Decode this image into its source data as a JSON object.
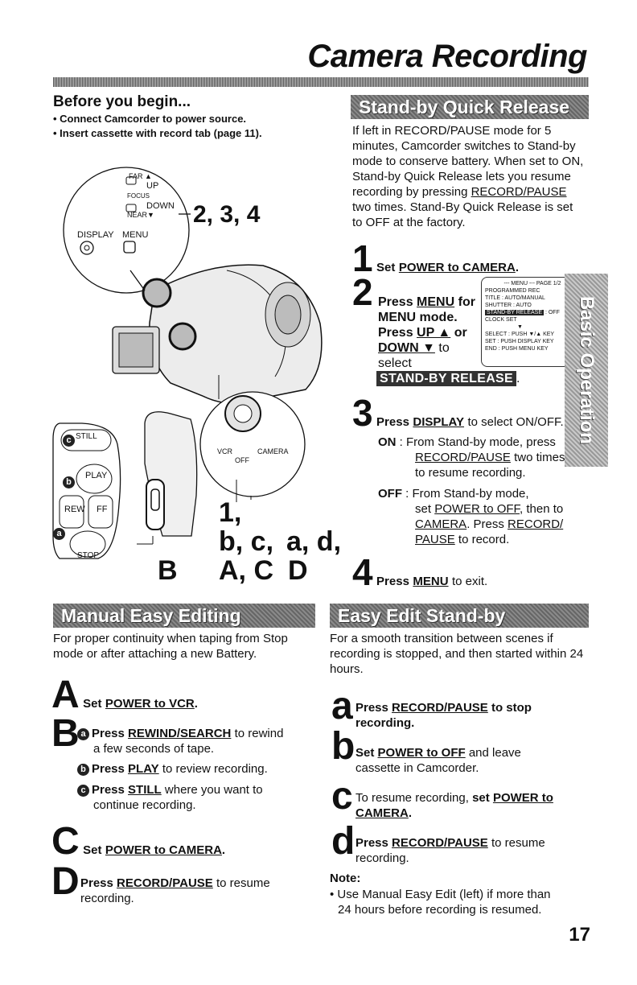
{
  "page_title": "Camera Recording",
  "before": {
    "heading": "Before you begin...",
    "bullets": [
      "• Connect Camcorder to power source.",
      "• Insert cassette with record tab (page 11)."
    ]
  },
  "figure": {
    "far": "FAR ▲",
    "up": "UP",
    "focus": "FOCUS",
    "down": "DOWN",
    "near": "NEAR▼",
    "display": "DISPLAY",
    "menu": "MENU",
    "steps_label": "2, 3, 4",
    "still": "STILL",
    "play": "PLAY",
    "rew": "REW",
    "ff": "FF",
    "stop": "STOP",
    "vcr": "VCR",
    "off": "OFF",
    "camera": "CAMERA",
    "label_1": "1,",
    "label_bc": "b, c,",
    "label_ad": "a, d,",
    "label_B": "B",
    "label_AC": "A, C",
    "label_D": "D"
  },
  "standby": {
    "banner": "Stand-by Quick Release",
    "intro": "If left in RECORD/PAUSE mode for 5 minutes, Camcorder switches to Stand-by mode to conserve battery. When set to ON, Stand-by Quick Release lets you resume recording by pressing",
    "intro_u": "RECORD/PAUSE",
    "intro_end": "two times. Stand-By Quick Release is set to OFF at the factory.",
    "s1_num": "1",
    "s1_pre": "Set",
    "s1_u": "POWER to CAMERA",
    "s1_end": ".",
    "s2_num": "2",
    "s2_a": "Press",
    "s2_menu": "MENU",
    "s2_for": "for",
    "s2_mode": "MENU mode.",
    "s2_press": "Press",
    "s2_up": "UP ▲",
    "s2_or": "or",
    "s2_down": "DOWN ▼",
    "s2_to": "to",
    "s2_select": "select",
    "s2_release": "STAND-BY RELEASE",
    "s2_dot": ".",
    "menu": {
      "header": "--- MENU ---   PAGE 1/2",
      "r1": "PROGRAMMED REC",
      "r2": "TITLE           : AUTO/MANUAL",
      "r3": "SHUTTER        : AUTO",
      "r4": "STAND-BY RELEASE",
      "r4b": ": OFF",
      "r5": "CLOCK SET",
      "r6": "▼",
      "r7": "SELECT : PUSH ▼/▲ KEY",
      "r8": "SET     : PUSH DISPLAY KEY",
      "r9": "END     : PUSH MENU KEY"
    },
    "s3_num": "3",
    "s3_pre": "Press",
    "s3_u": "DISPLAY",
    "s3_end": "to select ON/OFF.",
    "on_label": "ON",
    "on_text1": ": From Stand-by mode, press",
    "on_u": "RECORD/PAUSE",
    "on_text2": "two times",
    "on_text3": "to resume recording.",
    "off_label": "OFF",
    "off_text1": ": From Stand-by mode,",
    "off_text2a": "set",
    "off_u1": "POWER to OFF",
    "off_text2b": ", then to",
    "off_u2": "CAMERA",
    "off_text3": ". Press",
    "off_u3": "RECORD/",
    "off_u4": "PAUSE",
    "off_text4": "to record.",
    "s4_num": "4",
    "s4_pre": "Press",
    "s4_u": "MENU",
    "s4_end": "to exit."
  },
  "tab_text": "Basic Operation",
  "manual": {
    "banner": "Manual Easy Editing",
    "intro": "For proper continuity when taping from Stop mode or after attaching a new Battery.",
    "A": "A",
    "A_pre": "Set",
    "A_u": "POWER to VCR",
    "A_end": ".",
    "B": "B",
    "a_mark": "a",
    "a_pre": "Press",
    "a_u": "REWIND/SEARCH",
    "a_end1": "to rewind",
    "a_end2": "a few seconds of tape.",
    "b_mark": "b",
    "b_pre": "Press",
    "b_u": "PLAY",
    "b_end": "to review recording.",
    "c_mark": "c",
    "c_pre": "Press",
    "c_u": "STILL",
    "c_end1": "where you want to",
    "c_end2": "continue recording.",
    "C": "C",
    "C_pre": "Set",
    "C_u": "POWER to CAMERA",
    "C_end": ".",
    "D": "D",
    "D_pre": "Press",
    "D_u": "RECORD/PAUSE",
    "D_end1": "to resume",
    "D_end2": "recording."
  },
  "easy": {
    "banner": "Easy Edit Stand-by",
    "intro": "For a smooth transition between scenes if recording is stopped, and then started within 24 hours.",
    "a": "a",
    "a_pre": "Press",
    "a_u": "RECORD/PAUSE",
    "a_end1": "to stop",
    "a_end2": "recording.",
    "b": "b",
    "b_pre": "Set",
    "b_u": "POWER to OFF",
    "b_end1": "and leave",
    "b_end2": "cassette in Camcorder.",
    "c": "c",
    "c_pre": "To resume recording,",
    "c_set": "set",
    "c_u1": "POWER to",
    "c_u2": "CAMERA",
    "c_end": ".",
    "d": "d",
    "d_pre": "Press",
    "d_u": "RECORD/PAUSE",
    "d_end1": "to resume",
    "d_end2": "recording.",
    "note_head": "Note:",
    "note1": "• Use Manual Easy Edit (left) if more than",
    "note2": "24 hours before recording is resumed."
  },
  "page_number": "17"
}
